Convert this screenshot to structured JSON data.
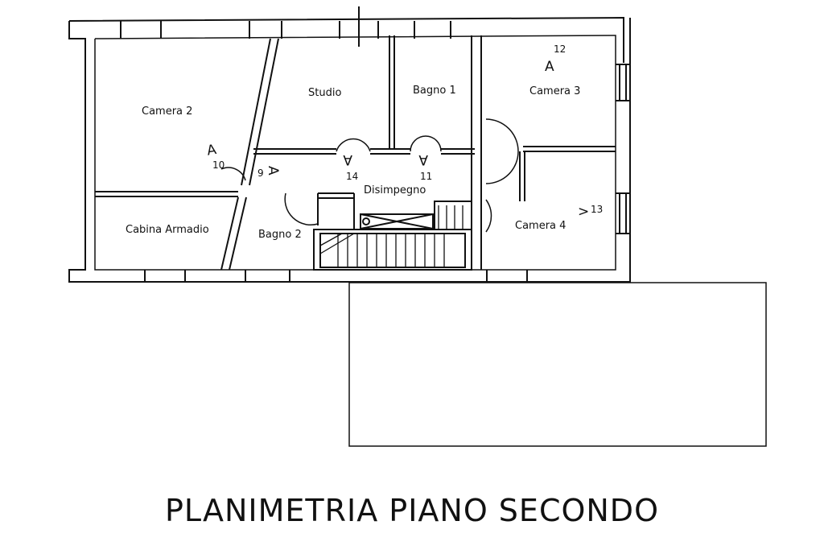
{
  "title": "PLANIMETRIA PIANO SECONDO",
  "rooms": {
    "camera2": "Camera 2",
    "studio": "Studio",
    "bagno1": "Bagno 1",
    "camera3": "Camera 3",
    "disimpegno": "Disimpegno",
    "cabina_armadio": "Cabina Armadio",
    "bagno2": "Bagno 2",
    "camera4": "Camera 4"
  },
  "view_points": [
    "9",
    "10",
    "11",
    "12",
    "13",
    "14"
  ],
  "view_symbol": "A"
}
